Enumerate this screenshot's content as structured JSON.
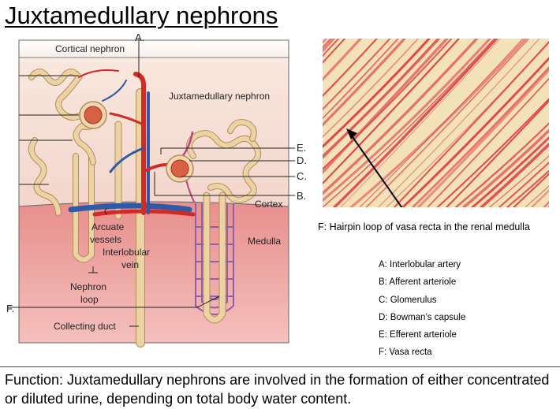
{
  "title": "Juxtamedullary nephrons",
  "diagram": {
    "labels": {
      "cortical_nephron": "Cortical nephron",
      "a": "A.",
      "juxtamedullary_nephron": "Juxtamedullary nephron",
      "e": "E.",
      "d": "D.",
      "c": "C.",
      "b": "B.",
      "cortex": "Cortex",
      "arcuate_vessels_1": "Arcuate",
      "arcuate_vessels_2": "vessels",
      "medulla": "Medulla",
      "interlobular_vein_1": "Interlobular",
      "interlobular_vein_2": "vein",
      "nephron_loop_1": "Nephron",
      "nephron_loop_2": "loop",
      "f": "F.",
      "collecting_duct": "Collecting duct"
    }
  },
  "micrograph": {
    "caption": "F:  Hairpin loop of vasa recta in the renal medulla"
  },
  "legend": {
    "items": [
      "A: Interlobular artery",
      "B: Afferent arteriole",
      "C: Glomerulus",
      "D: Bowman’s capsule",
      "E: Efferent arteriole",
      "F: Vasa recta"
    ]
  },
  "function_text": "Function: Juxtamedullary nephrons are involved in the formation of either concentrated or diluted urine, depending on total body water content.",
  "colors": {
    "artery": "#d42a25",
    "vein": "#2f5aa8",
    "tubule": "#ecd3a4",
    "tubule_outline": "#b48c5c",
    "cortex_bg": "#f6ded5",
    "medulla_bg": "#ec9a96",
    "vasa_recta": "#8f5fa8",
    "micrograph_bg": "#f3e2b8",
    "micrograph_vessel": "#df3a48"
  }
}
